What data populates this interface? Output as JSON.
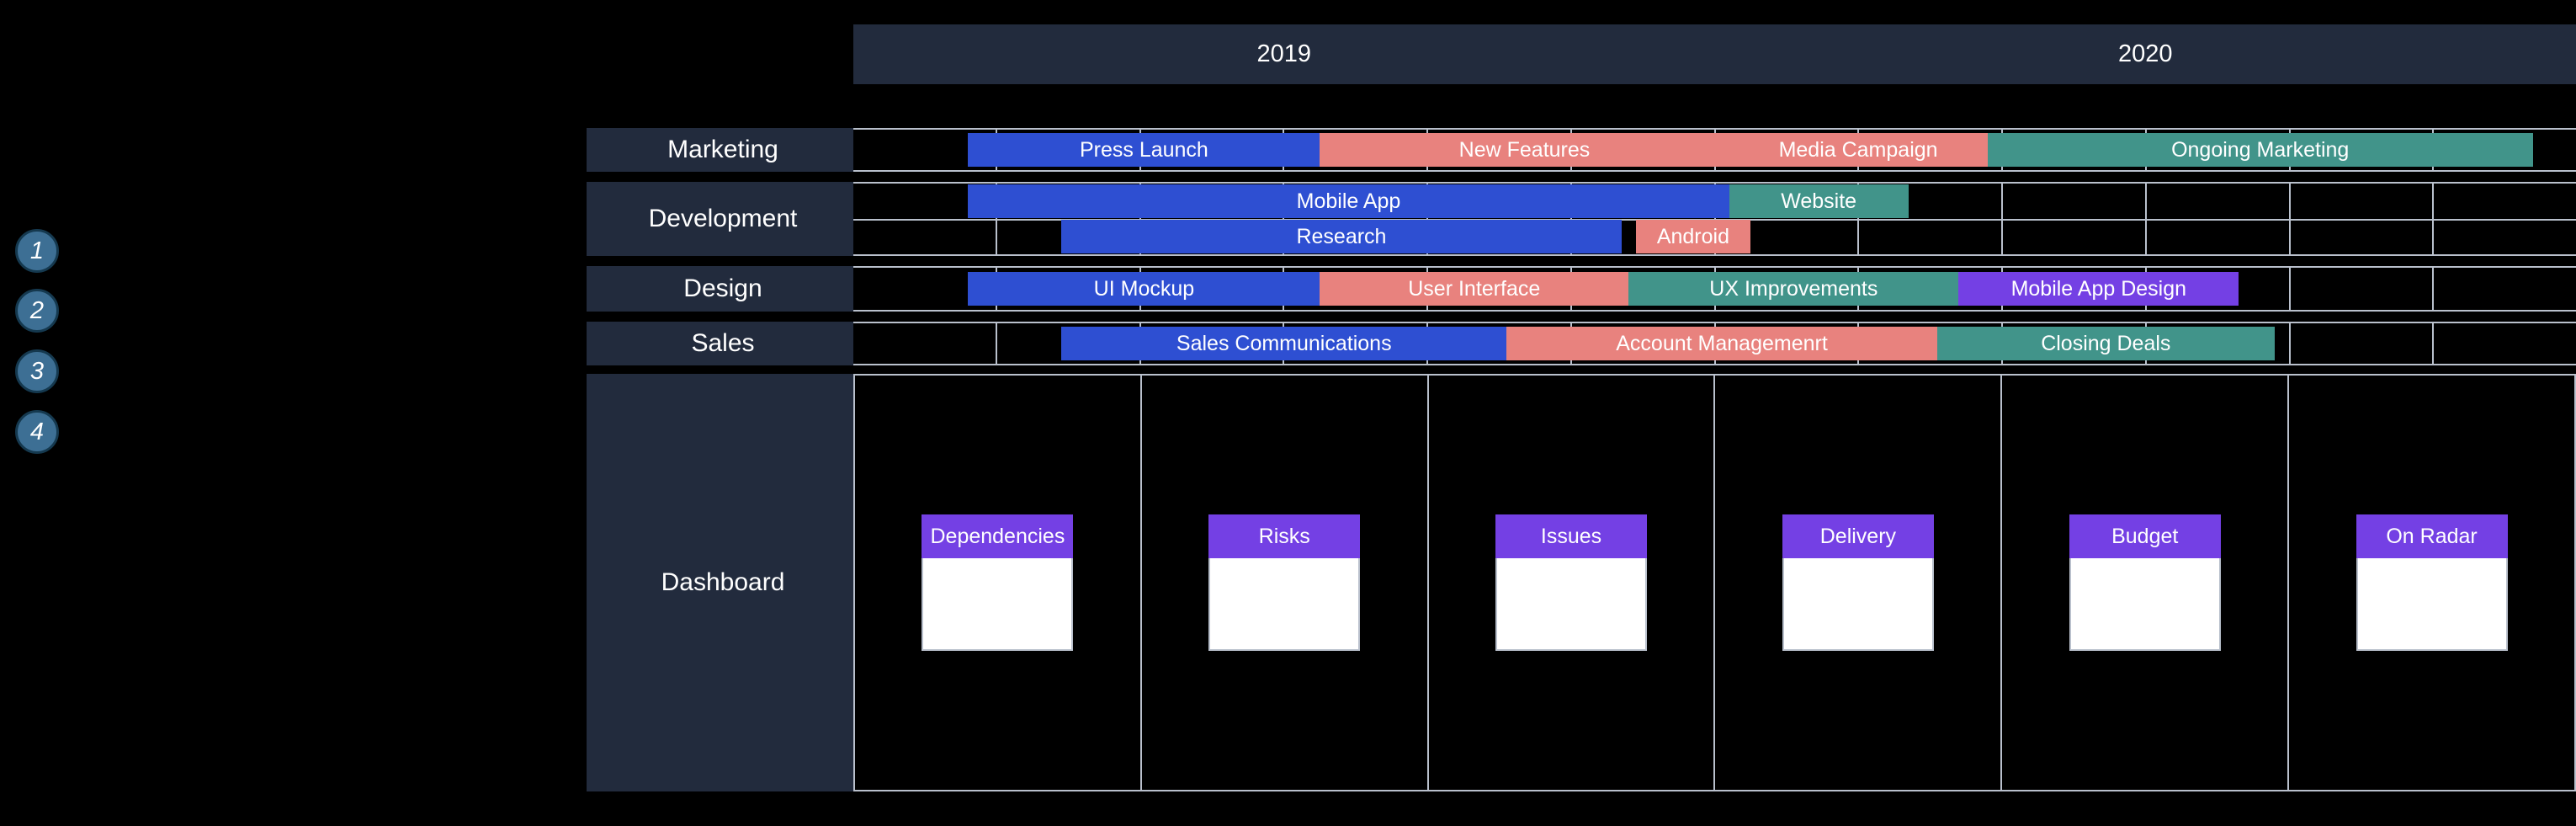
{
  "steps": [
    {
      "label": "1"
    },
    {
      "label": "2"
    },
    {
      "label": "3"
    },
    {
      "label": "4"
    }
  ],
  "timeline": {
    "years": [
      {
        "label": "2019"
      },
      {
        "label": "2020"
      }
    ],
    "columns": 12
  },
  "colors": {
    "blue": "#2e4fd2",
    "salmon": "#e8827e",
    "teal": "#41948a",
    "purple": "#7440e4",
    "panel": "#222b3d",
    "grid": "#b9c0cc",
    "background": "#000000",
    "badge_fill": "#3d6f94",
    "badge_border": "#15394f"
  },
  "rows": [
    {
      "label": "Marketing",
      "subrows": [
        {
          "bars": [
            {
              "label": "Press Launch",
              "color": "blue",
              "start": 0.8,
              "end": 3.25
            },
            {
              "label": "New Features",
              "color": "salmon",
              "start": 3.25,
              "end": 6.1
            },
            {
              "label": "Media Campaign",
              "color": "salmon",
              "start": 6.1,
              "end": 7.9
            },
            {
              "label": "Ongoing Marketing",
              "color": "teal",
              "start": 7.9,
              "end": 11.7
            }
          ]
        }
      ]
    },
    {
      "label": "Development",
      "subrows": [
        {
          "bars": [
            {
              "label": "Mobile App",
              "color": "blue",
              "start": 0.8,
              "end": 6.1
            },
            {
              "label": "Website",
              "color": "teal",
              "start": 6.1,
              "end": 7.35
            }
          ]
        },
        {
          "bars": [
            {
              "label": "Research",
              "color": "blue",
              "start": 1.45,
              "end": 5.35
            },
            {
              "label": "Android",
              "color": "salmon",
              "start": 5.45,
              "end": 6.25
            }
          ]
        }
      ]
    },
    {
      "label": "Design",
      "subrows": [
        {
          "bars": [
            {
              "label": "UI Mockup",
              "color": "blue",
              "start": 0.8,
              "end": 3.25
            },
            {
              "label": "User Interface",
              "color": "salmon",
              "start": 3.25,
              "end": 5.4
            },
            {
              "label": "UX Improvements",
              "color": "teal",
              "start": 5.4,
              "end": 7.7
            },
            {
              "label": "Mobile App Design",
              "color": "purple",
              "start": 7.7,
              "end": 9.65
            }
          ]
        }
      ]
    },
    {
      "label": "Sales",
      "subrows": [
        {
          "bars": [
            {
              "label": "Sales Communications",
              "color": "blue",
              "start": 1.45,
              "end": 4.55
            },
            {
              "label": "Account Managemenrt",
              "color": "salmon",
              "start": 4.55,
              "end": 7.55
            },
            {
              "label": "Closing Deals",
              "color": "teal",
              "start": 7.55,
              "end": 9.9
            }
          ]
        }
      ]
    }
  ],
  "dashboard": {
    "label": "Dashboard",
    "cards": [
      {
        "title": "Dependencies"
      },
      {
        "title": "Risks"
      },
      {
        "title": "Issues"
      },
      {
        "title": "Delivery"
      },
      {
        "title": "Budget"
      },
      {
        "title": "On Radar"
      }
    ]
  }
}
